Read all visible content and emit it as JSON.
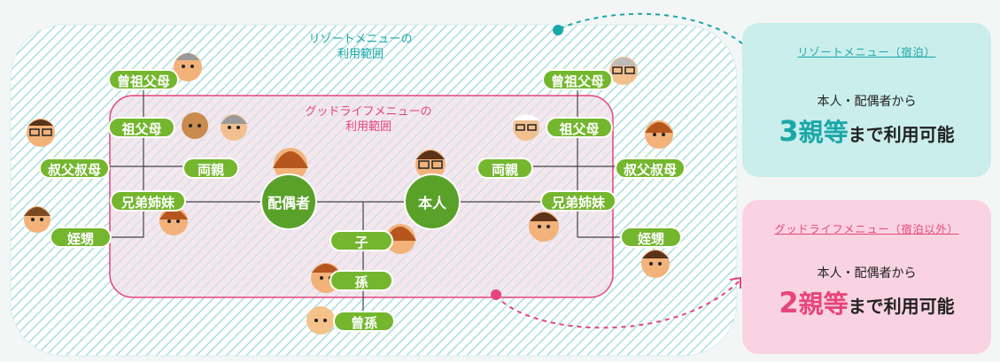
{
  "resort_zone": {
    "line1": "リゾートメニューの",
    "line2": "利用範囲"
  },
  "goodlife_zone": {
    "line1": "グッドライフメニューの",
    "line2": "利用範囲"
  },
  "nodes": {
    "great_grandparents_left": "曾祖父母",
    "grandparents_left": "祖父母",
    "uncle_aunt_left": "叔父叔母",
    "parents_left": "両親",
    "siblings_left": "兄弟姉妹",
    "niece_nephew_left": "姪甥",
    "spouse": "配偶者",
    "self": "本人",
    "child": "子",
    "grandchild": "孫",
    "great_grandchild": "曾孫",
    "great_grandparents_right": "曾祖父母",
    "grandparents_right": "祖父母",
    "uncle_aunt_right": "叔父叔母",
    "parents_right": "両親",
    "siblings_right": "兄弟姉妹",
    "niece_nephew_right": "姪甥"
  },
  "cards": {
    "resort": {
      "title": "リゾートメニュー（宿泊）",
      "subtitle": "本人・配偶者から",
      "number": "3",
      "unit": "親等",
      "suffix": "まで利用可能"
    },
    "goodlife": {
      "title": "グッドライフメニュー（宿泊以外）",
      "subtitle": "本人・配偶者から",
      "number": "2",
      "unit": "親等",
      "suffix": "まで利用可能"
    }
  },
  "colors": {
    "resort_accent": "#1aa7a7",
    "resort_card": "#c9eeec",
    "goodlife_accent": "#e6457b",
    "goodlife_card": "#f9d3e2",
    "node_green": "#74b62e"
  }
}
